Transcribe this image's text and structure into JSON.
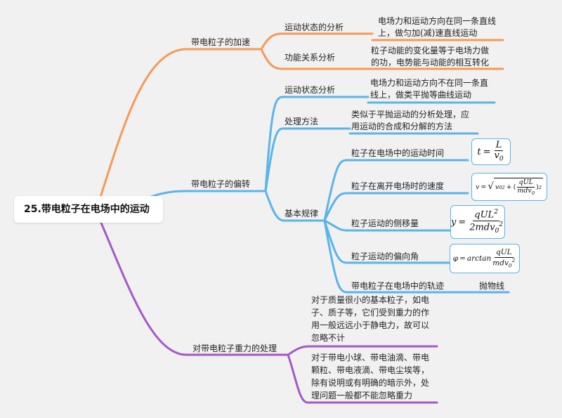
{
  "root": {
    "title": "25.带电粒子在电场中的运动"
  },
  "colors": {
    "orange": "#f59a55",
    "blue": "#5ab4ea",
    "purple": "#a459c9"
  },
  "branches": {
    "acceleration": {
      "label": "带电粒子的加速",
      "motion_state": {
        "label": "运动状态的分析",
        "desc": [
          "电场力和运动方向在同一条直线",
          "上，做匀加(减)速直线运动"
        ]
      },
      "energy": {
        "label": "功能关系分析",
        "desc": [
          "粒子动能的变化量等于电场力做",
          "的功，电势能与动能的相互转化"
        ]
      }
    },
    "deflection": {
      "label": "带电粒子的偏转",
      "motion_state": {
        "label": "运动状态分析",
        "desc": [
          "电场力和运动方向不在同一条直",
          "线上，做类平抛等曲线运动"
        ]
      },
      "method": {
        "label": "处理方法",
        "desc": [
          "类似于平抛运动的分析处理，应",
          "用运动的合成和分解的方法"
        ]
      },
      "rules": {
        "label": "基本规律",
        "items": [
          {
            "label": "粒子在电场中的运动时间"
          },
          {
            "label": "粒子在离开电场时的速度"
          },
          {
            "label": "粒子运动的侧移量"
          },
          {
            "label": "粒子运动的偏向角"
          },
          {
            "label": "带电粒子在电场中的轨迹",
            "value": "抛物线"
          }
        ]
      }
    },
    "gravity": {
      "label": "对带电粒子重力的处理",
      "items": [
        {
          "desc": [
            "对于质量很小的基本粒子，如电",
            "子、质子等，它们受到重力的作",
            "用一般远远小于静电力，故可以",
            "忽略不计"
          ]
        },
        {
          "desc": [
            "对于带电小球、带电油滴、带电",
            "颗粒、带电液滴、带电尘埃等，",
            "除有说明或有明确的暗示外，处",
            "理问题一般都不能忽略重力"
          ]
        }
      ]
    }
  }
}
